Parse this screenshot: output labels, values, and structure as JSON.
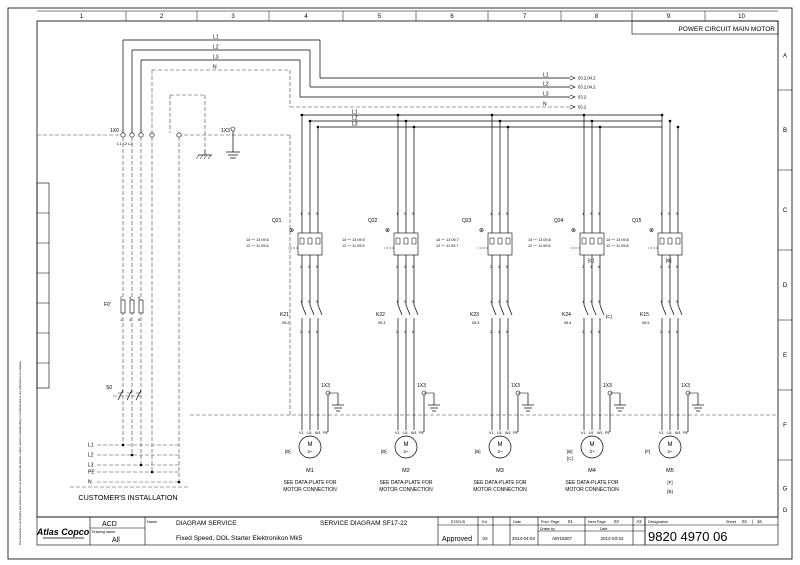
{
  "title_block": {
    "sheet_title": "POWER CIRCUIT MAIN MOTOR",
    "company": "Atlas Copco",
    "code": "ACD",
    "drawing_owner_label": "Drawing owner",
    "drawing_owner": "All",
    "name_label": "Name",
    "name_line1": "DIAGRAM SERVICE",
    "name_line2": "Fixed Speed, DOL Starter Elektronikon Mk5",
    "diagram_id": "SERVICE DIAGRAM SF17-22",
    "status_label": "STATUS",
    "status": "Approved",
    "ed_label": "Ed.",
    "ed": "03",
    "date_label": "Date",
    "date": "2014-04-04",
    "prev_page_label": "Prev. Page",
    "prev_page": "01",
    "next_page_label": "Next Page",
    "next_page": "03",
    "size": "A3",
    "drawn_by_label": "Drawn by",
    "drawn_by": "AIR15507",
    "date2_label": "Date",
    "date2": "2012-03-22",
    "designation_label": "Designation",
    "designation": "9820 4970 06",
    "sheet_label": "Sheet",
    "sheet": "02",
    "sheet_total": "16",
    "side_note": "This document is our property and shall not without our permission be altered, copied, used for manufacturing or communicated to any other person or company."
  },
  "grid": {
    "columns": [
      "1",
      "2",
      "3",
      "4",
      "5",
      "6",
      "7",
      "8",
      "9",
      "10"
    ],
    "rows": [
      "A",
      "B",
      "C",
      "D",
      "E",
      "F",
      "G"
    ]
  },
  "bus": {
    "phases": [
      "L1",
      "L2",
      "L3",
      "N"
    ],
    "phase_labels_inner": [
      "L1",
      "L2",
      "L3"
    ],
    "refs": [
      "03.2,04.2",
      "03.2,04.2",
      "03.2",
      "03.2"
    ]
  },
  "terminal": {
    "name": "1X0",
    "sub": "L1 L2 L3",
    "earth": "1X3"
  },
  "fuse": {
    "name": "F0",
    "pins_top": [
      "2",
      "4",
      "6"
    ],
    "pins_bottom": [
      "1",
      "3",
      "5"
    ]
  },
  "switch": {
    "name": "S0"
  },
  "customer": {
    "label": "CUSTOMER'S INSTALLATION",
    "lines": [
      "L1",
      "L2",
      "L3",
      "PE",
      "N"
    ]
  },
  "branches": [
    {
      "breaker": "Q21",
      "contact_refs": [
        "14 〜 13  09.6",
        "12 〜 11  09.6"
      ],
      "contactor": "K21",
      "contactor_ref": "05.2",
      "earth": "1X3",
      "motor": "M1",
      "code": "[B]",
      "code2": "",
      "code3": "",
      "note": "SEE DATA-PLATE FOR MOTOR CONNECTION"
    },
    {
      "breaker": "Q22",
      "contact_refs": [
        "14 〜 13  09.5",
        "12 〜 11  09.5"
      ],
      "contactor": "K22",
      "contactor_ref": "05.3",
      "earth": "1X3",
      "motor": "M2",
      "code": "[B]",
      "code2": "",
      "code3": "",
      "note": "SEE DATA-PLATE FOR MOTOR CONNECTION"
    },
    {
      "breaker": "Q23",
      "contact_refs": [
        "14 〜 13  09.7",
        "12 〜 11  09.7"
      ],
      "contactor": "K23",
      "contactor_ref": "05.3",
      "earth": "1X3",
      "motor": "M3",
      "code": "[B]",
      "code2": "",
      "code3": "",
      "note": "SEE DATA-PLATE FOR MOTOR CONNECTION"
    },
    {
      "breaker": "Q24",
      "contact_refs": [
        "14 〜 13  09.6",
        "12 〜 11  09.6"
      ],
      "contactor": "K24",
      "contactor_ref": "05.4",
      "earth": "1X3",
      "motor": "M4",
      "code": "[B]",
      "code2": "[C]",
      "code3": "[C]",
      "note": "SEE DATA-PLATE FOR MOTOR CONNECTION"
    },
    {
      "breaker": "Q15",
      "contact_refs": [
        "14 〜 13  09.8",
        "12 〜 11  09.8"
      ],
      "contactor": "K15",
      "contactor_ref": "05.5",
      "earth": "1X3",
      "motor": "M5",
      "code": "[F]",
      "code2": "[B]",
      "code3": "",
      "note": ""
    }
  ],
  "labels": {
    "breaker_pins_top": [
      "1",
      "3",
      "5"
    ],
    "breaker_pins_bottom": [
      "2",
      "4",
      "6"
    ],
    "motor_terms": [
      "V1",
      "U1",
      "W1",
      "PE"
    ],
    "motor_symbol": "M",
    "motor_sub": "3~",
    "note_line1": "SEE DATA-PLATE FOR",
    "note_line2": "MOTOR CONNECTION"
  },
  "colors": {
    "line": "#000000",
    "dashed": "#444444",
    "frame": "#000000"
  }
}
